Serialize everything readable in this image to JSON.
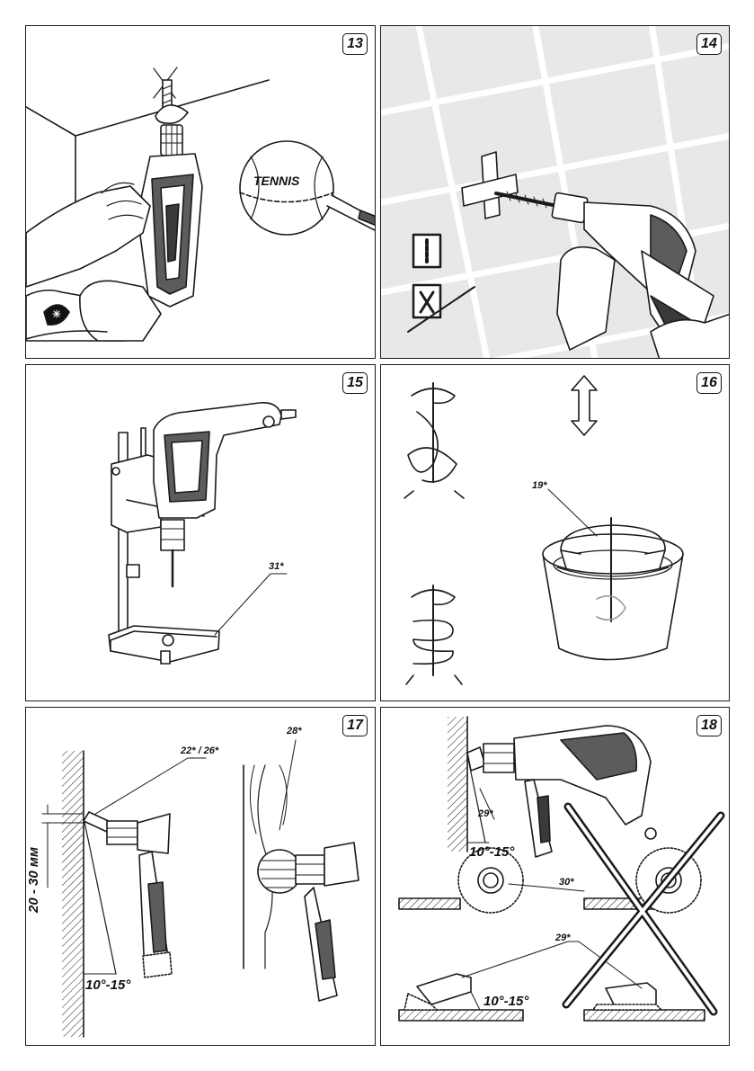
{
  "panels": [
    {
      "number": "13",
      "texts": {
        "ball_text": "TENNIS"
      }
    },
    {
      "number": "14"
    },
    {
      "number": "15",
      "texts": {
        "callout": "31*"
      }
    },
    {
      "number": "16",
      "texts": {
        "callout": "19*"
      }
    },
    {
      "number": "17",
      "texts": {
        "callout_a": "22* / 26*",
        "callout_b": "28*",
        "distance": "20 - 30 мм",
        "angle": "10°-15°"
      }
    },
    {
      "number": "18",
      "texts": {
        "callout_a": "29*",
        "angle_a": "10°-15°",
        "callout_b": "30*",
        "callout_c": "29*",
        "angle_b": "10°-15°"
      }
    }
  ],
  "colors": {
    "line": "#1a1a1a",
    "tile_background": "#e8e8e8",
    "grout": "#ffffff"
  }
}
